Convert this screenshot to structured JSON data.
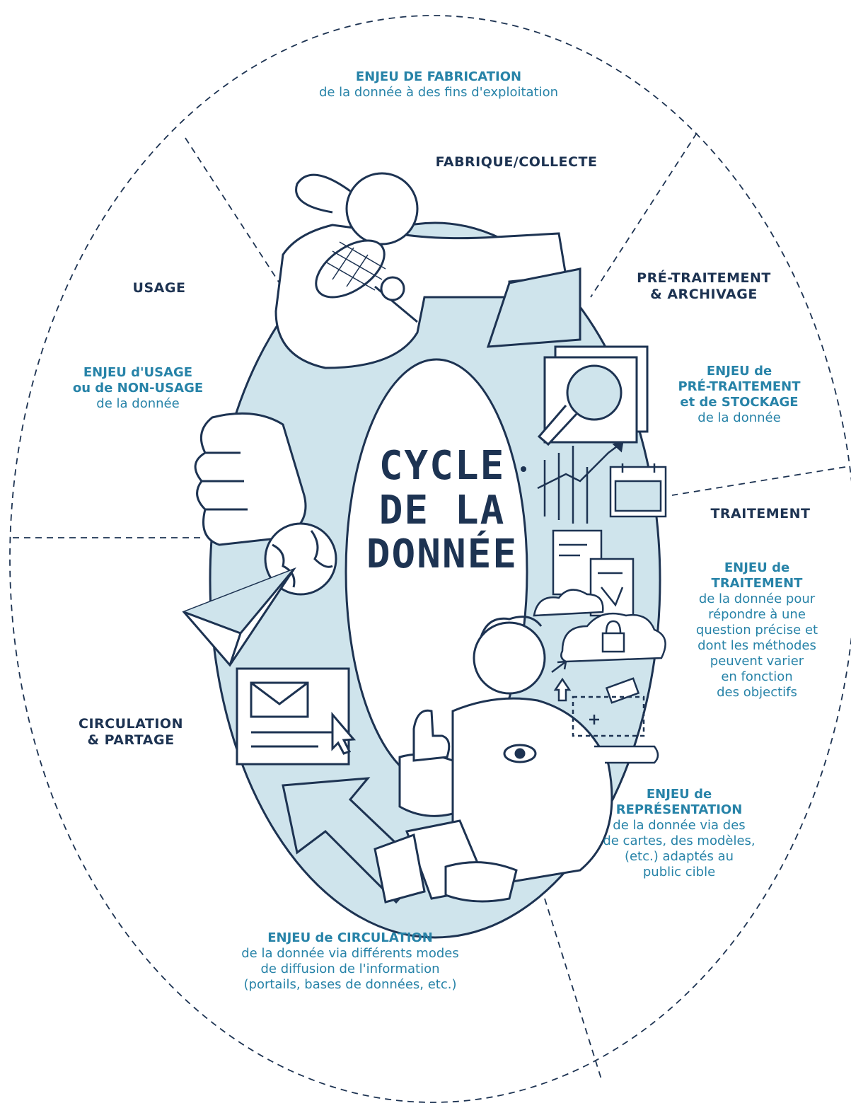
{
  "title": [
    "CYCLE",
    "DE LA",
    "DONNÉE"
  ],
  "stages": {
    "fabrique": "FABRIQUE/COLLECTE",
    "pretraitement_1": "PRÉ-TRAITEMENT",
    "pretraitement_2": "& ARCHIVAGE",
    "traitement": "TRAITEMENT",
    "circulation_1": "CIRCULATION",
    "circulation_2": "& PARTAGE",
    "usage": "USAGE"
  },
  "issues": {
    "fabrication": [
      "ENJEU DE FABRICATION",
      "de la donnée à des fins d'exploitation"
    ],
    "pretraitement": [
      "ENJEU de",
      "PRÉ-TRAITEMENT",
      "et de STOCKAGE",
      "de la donnée"
    ],
    "traitement": [
      "ENJEU de",
      "TRAITEMENT",
      "de la donnée pour",
      "répondre à une",
      "question précise et",
      "dont les méthodes",
      "peuvent varier",
      "en fonction",
      "des objectifs"
    ],
    "representation": [
      "ENJEU de",
      "REPRÉSENTATION",
      "de la donnée via des",
      "de cartes, des modèles,",
      "(etc.) adaptés au",
      "public cible"
    ],
    "circulation": [
      "ENJEU de CIRCULATION",
      "de la donnée via différents modes",
      "de diffusion de l'information",
      "(portails, bases de données, etc.)"
    ],
    "usage": [
      "ENJEU d'USAGE",
      "ou de NON-USAGE",
      "de la donnée"
    ]
  },
  "colors": {
    "navy": "#1d3352",
    "teal": "#2783a8",
    "light_blue": "#cfe4ec"
  }
}
